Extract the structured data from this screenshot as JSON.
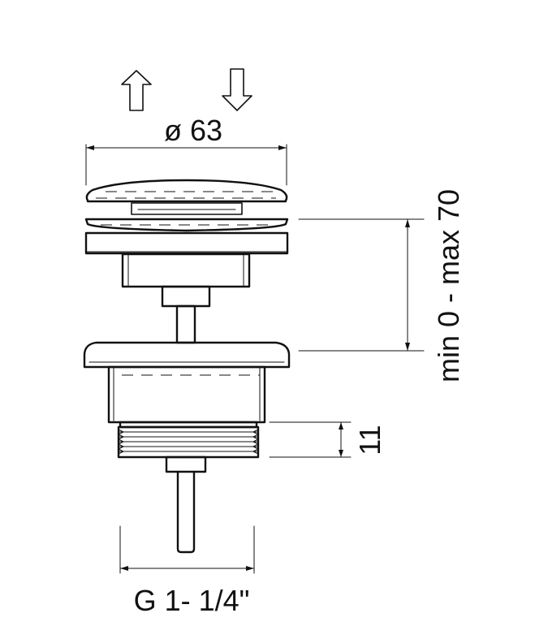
{
  "dimensions": {
    "diameter": "ø 63",
    "height_range": "min 0 - max 70",
    "thread_length": "11",
    "thread_size": "G 1- 1/4\""
  },
  "icons": {
    "up": "arrow-up-outline-icon",
    "down": "arrow-down-outline-icon"
  },
  "colors": {
    "ink": "#111111",
    "background": "#ffffff"
  }
}
